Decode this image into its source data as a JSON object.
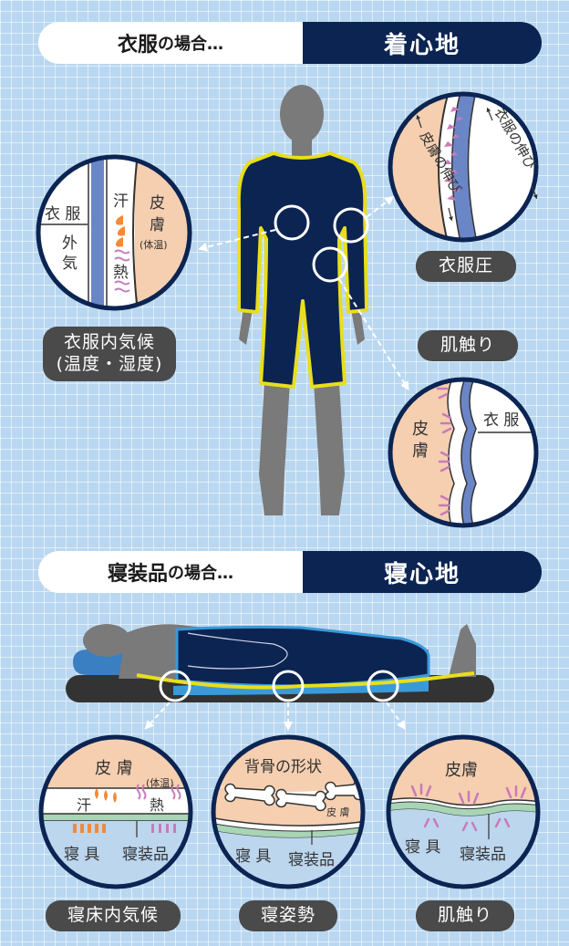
{
  "section1": {
    "title_main": "衣服",
    "title_suffix": "の場合…",
    "title_right": "着心地"
  },
  "section2": {
    "title_main": "寝装品",
    "title_suffix": "の場合…",
    "title_right": "寝心地"
  },
  "labels": {
    "clothing_climate_line1": "衣服内気候",
    "clothing_climate_line2": "(温度・湿度)",
    "clothing_pressure": "衣服圧",
    "skin_touch_top": "肌触り",
    "bed_climate": "寝床内気候",
    "sleep_posture": "寝姿勢",
    "skin_touch_bottom": "肌触り"
  },
  "circle_climate": {
    "clothing": "衣 服",
    "outside": "外",
    "air": "気",
    "sweat": "汗",
    "heat": "熱",
    "skin1": "皮",
    "skin2": "膚",
    "body_temp": "(体温)"
  },
  "circle_pressure": {
    "clothing_stretch": "衣服の伸び",
    "skin_stretch": "皮膚の伸び"
  },
  "circle_touch": {
    "skin1": "皮",
    "skin2": "膚",
    "clothing": "衣 服"
  },
  "circle_bed": {
    "skin": "皮 膚",
    "body_temp": "(体温)",
    "sweat": "汗",
    "heat": "熱",
    "bedding": "寝 具",
    "bedding_goods": "寝装品"
  },
  "circle_spine": {
    "title": "背骨の形状",
    "skin": "皮 膚",
    "bedding": "寝 具",
    "bedding_goods": "寝装品"
  },
  "circle_touch2": {
    "skin": "皮膚",
    "bedding": "寝 具",
    "bedding_goods": "寝装品"
  },
  "colors": {
    "navy": "#0c2452",
    "yellow": "#e8de1c",
    "skin": "#f5cfb0",
    "gray": "#7a7a7a",
    "pill": "#4a4a4a",
    "blue_layer": "#6b86c6",
    "arrow_pink": "#c97ab9",
    "sweat_orange": "#f08a3c"
  }
}
